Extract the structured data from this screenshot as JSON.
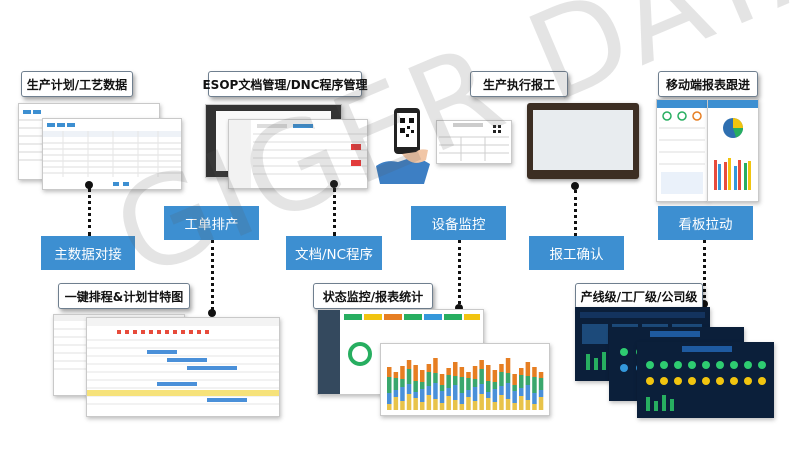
{
  "top_labels": {
    "production_plan": "生产计划/工艺数据",
    "esop_dnc": "ESOP文档管理/DNC程序管理",
    "production_report": "生产执行报工",
    "mobile_report": "移动端报表跟进"
  },
  "blue_boxes": {
    "master_data": "主数据对接",
    "work_order": "工单排产",
    "doc_nc": "文档/NC程序",
    "device_monitor": "设备监控",
    "report_confirm": "报工确认",
    "kanban": "看板拉动"
  },
  "bottom_labels": {
    "gantt": "一键排程&计划甘特图",
    "status_monitor": "状态监控/报表统计",
    "level": "产线级/工厂级/公司级"
  },
  "watermark": "GIGER DATA",
  "colors": {
    "accent": "#3d8fd1",
    "alert_red": "#e23b3b",
    "gantt_yellow": "#f6e27a",
    "dashboard_dark": "#0b1f3a"
  }
}
